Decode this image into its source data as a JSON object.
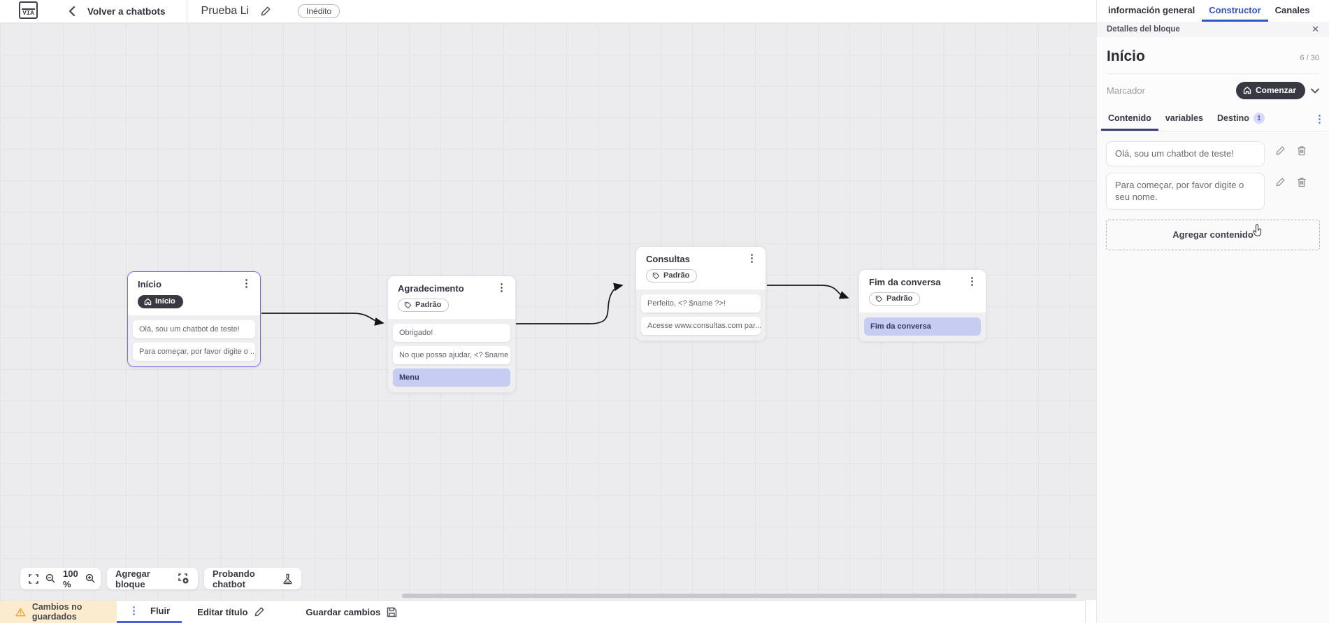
{
  "header": {
    "logo_text": "VIA",
    "back_label": "Volver a chatbots",
    "chatbot_title": "Prueba Li",
    "status_badge": "Inédito",
    "nav_tabs": [
      {
        "label": "información general",
        "active": false
      },
      {
        "label": "Constructor",
        "active": true
      },
      {
        "label": "Canales",
        "active": false
      }
    ]
  },
  "canvas": {
    "blocks": [
      {
        "title": "Início",
        "badge_label": "Início",
        "rows": [
          "Olá, sou um chatbot de teste!",
          "Para começar, por favor digite o ..."
        ]
      },
      {
        "title": "Agradecimento",
        "badge_label": "Padrão",
        "rows": [
          "Obrigado!",
          "No que posso ajudar, <? $name ...",
          "Menu"
        ]
      },
      {
        "title": "Consultas",
        "badge_label": "Padrão",
        "rows": [
          "Perfeito, <? $name ?>!",
          "Acesse www.consultas.com par..."
        ]
      },
      {
        "title": "Fim da conversa",
        "badge_label": "Padrão",
        "rows": [
          "Fim da conversa"
        ]
      }
    ],
    "toolbar": {
      "zoom_level": "100 %",
      "add_block_label": "Agregar bloque",
      "test_label": "Probando chatbot"
    }
  },
  "panel": {
    "title": "Detalles del bloque",
    "block_name": "Início",
    "name_counter": "6 / 30",
    "marker_label": "Marcador",
    "marker_value": "Comenzar",
    "tabs": [
      {
        "label": "Contenido",
        "active": true
      },
      {
        "label": "variables",
        "active": false
      },
      {
        "label": "Destino",
        "badge": "1",
        "active": false
      }
    ],
    "contents": [
      "Olá, sou um chatbot de teste!",
      "Para começar, por favor digite o seu nome."
    ],
    "add_content_label": "Agregar contenido"
  },
  "statusbar": {
    "warning_label": "Cambios no guardados",
    "flow_tab_label": "Fluir",
    "edit_title_label": "Editar título",
    "save_label": "Guardar cambios"
  },
  "icons": {
    "kebab": "⋮",
    "close": "✕"
  },
  "colors": {
    "accent_blue": "#2f54c9",
    "accent_purple": "#7569e6",
    "dark_pill": "#383943",
    "lavender_row": "#c7ccf3",
    "warning_bg": "#fbeccf",
    "warning_icon": "#f0a92e"
  }
}
